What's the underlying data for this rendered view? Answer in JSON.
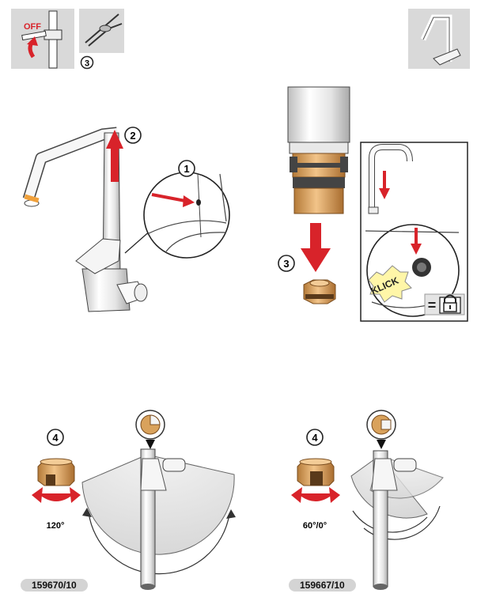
{
  "top_left": {
    "off_label": "OFF",
    "tool_step": "3"
  },
  "steps": {
    "lift_lever": "2",
    "grub_screw": "1",
    "remove_cartridge": "3",
    "limit_left": "4",
    "limit_right": "4"
  },
  "click_label": "KLICK",
  "equals_sign": "=",
  "angles": {
    "left": "120°",
    "right": "60°/0°"
  },
  "part_numbers": {
    "left": "159670/10",
    "right": "159667/10"
  },
  "colors": {
    "red": "#d8232a",
    "brass": "#d9a25c",
    "brass_dark": "#b47a38",
    "gray_box": "#d9d9d9"
  },
  "icons": [
    "shutoff-valve-icon",
    "pliers-icon",
    "faucet-icon",
    "lock-icon"
  ]
}
